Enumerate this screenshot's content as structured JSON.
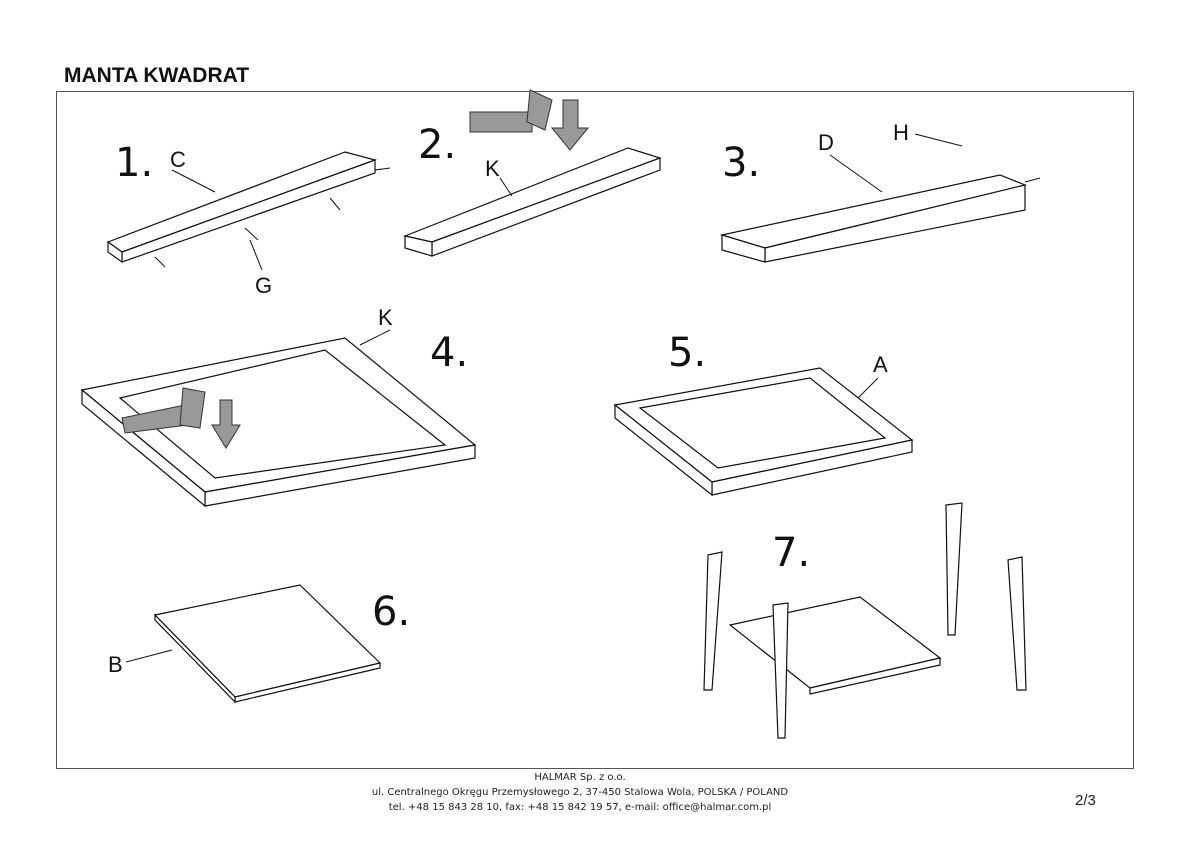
{
  "title": "MANTA KWADRAT",
  "steps": [
    {
      "number": "1.",
      "labels": [
        "C",
        "G"
      ]
    },
    {
      "number": "2.",
      "labels": [
        "K"
      ]
    },
    {
      "number": "3.",
      "labels": [
        "D",
        "H"
      ]
    },
    {
      "number": "4.",
      "labels": [
        "K"
      ]
    },
    {
      "number": "5.",
      "labels": [
        "A"
      ]
    },
    {
      "number": "6.",
      "labels": [
        "B"
      ]
    },
    {
      "number": "7.",
      "labels": []
    }
  ],
  "footer": {
    "company": "HALMAR Sp. z o.o.",
    "address": "ul. Centralnego Okręgu Przemysłowego 2, 37-450 Stalowa Wola, POLSKA / POLAND",
    "contact": "tel. +48 15 843 28 10, fax: +48 15 842 19 57, e-mail: office@halmar.com.pl"
  },
  "page_number": "2/3"
}
